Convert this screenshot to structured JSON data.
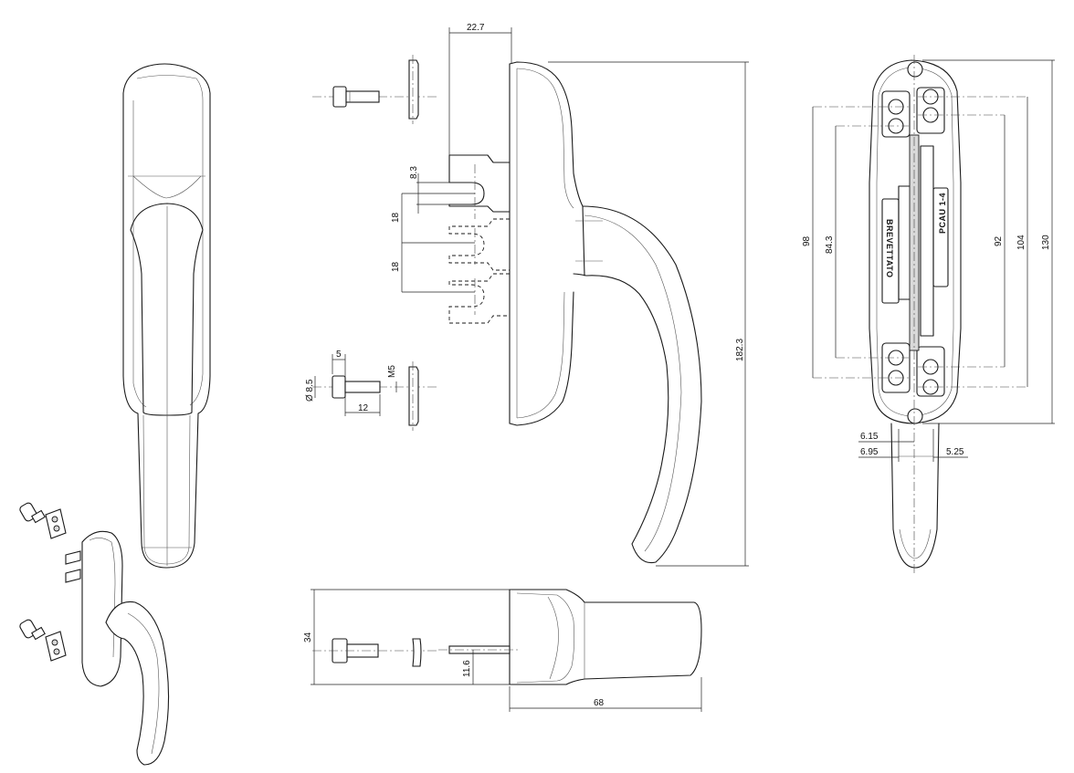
{
  "dimensions": {
    "side_depth": "22.7",
    "slot_width": "8.3",
    "slot_pitch_1": "18",
    "slot_pitch_2": "18",
    "screw_head": "5",
    "screw_diameter": "Ø 8.5",
    "screw_thread": "M5",
    "screw_length": "12",
    "total_height": "182.3",
    "base_height": "34",
    "spindle_offset": "11.6",
    "base_length": "68",
    "hole_span_98": "98",
    "hole_span_84": "84.3",
    "hole_span_92": "92",
    "hole_span_104": "104",
    "rose_height": "130",
    "offset_615": "6.15",
    "offset_695": "6.95",
    "offset_525": "5.25"
  },
  "markings": {
    "patent": "BREVETTATO",
    "model": "PCAU 1-4"
  },
  "colors": {
    "line": "#1a1a1a",
    "background": "#ffffff"
  }
}
